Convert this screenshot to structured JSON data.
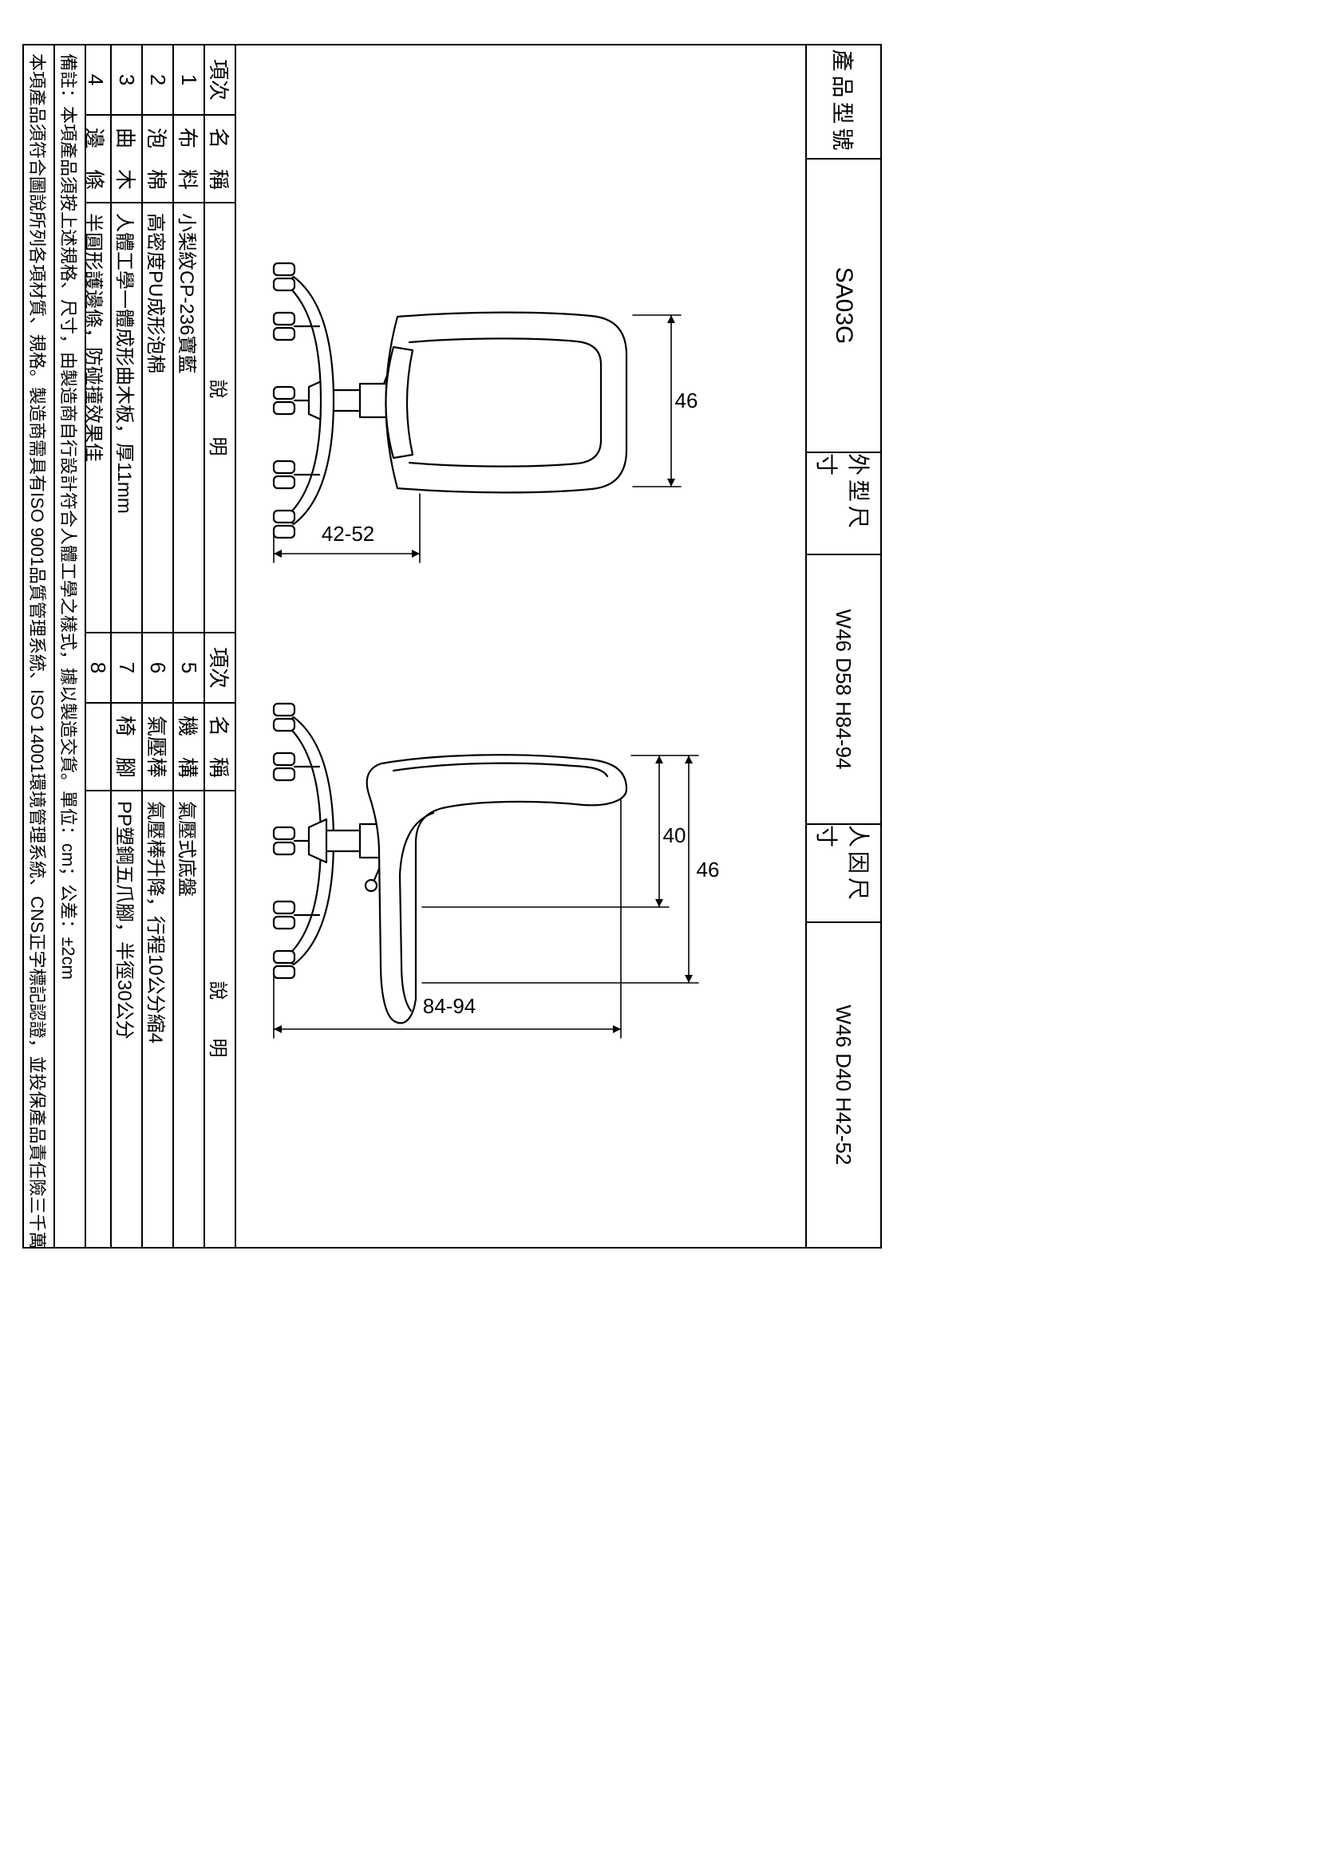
{
  "colors": {
    "line": "#000000",
    "background": "#ffffff"
  },
  "title_block": {
    "product_model_label": "產品型號",
    "product_model_value": "SA03G",
    "overall_size_label": "外型尺寸",
    "overall_size_value": "W46 D58 H84-94",
    "ergonomic_size_label": "人因尺寸",
    "ergonomic_size_value": "W46 D40 H42-52"
  },
  "tables": {
    "header": {
      "no": "項次",
      "name": "名　稱",
      "desc": "說　　明"
    },
    "table1": {
      "rows": [
        {
          "no": "1",
          "name": "布　料",
          "desc": "小梨紋CP-236寶藍"
        },
        {
          "no": "2",
          "name": "泡　棉",
          "desc": "高密度PU成形泡棉"
        },
        {
          "no": "3",
          "name": "曲　木",
          "desc": "人體工學一體成形曲木板，厚11mm"
        },
        {
          "no": "4",
          "name": "邊　條",
          "desc": "半圓形護邊條，防碰撞效果佳"
        }
      ]
    },
    "table2": {
      "rows": [
        {
          "no": "5",
          "name": "機　構",
          "desc": "氣壓式底盤"
        },
        {
          "no": "6",
          "name": "氣壓棒",
          "desc": "氣壓棒升降，行程10公分縮4"
        },
        {
          "no": "7",
          "name": "椅　腳",
          "desc": "PP塑鋼五爪腳，半徑30公分"
        },
        {
          "no": "8",
          "name": "",
          "desc": ""
        }
      ]
    }
  },
  "notes": {
    "line1": "備註：本項產品須按上述規格、尺寸，由製造商自行設計符合人體工學之樣式，據以製造交貨。單位：cm；公差：±2cm",
    "line2": "本項產品須符合圖說所列各項材質、規格。製造商需具有ISO 9001品質管理系統、ISO 14001環境管理系統、CNS正字標記認證，並投保產品責任險三千萬"
  },
  "dimensions": {
    "front_back_width": "46",
    "seat_height_range": "42-52",
    "seat_depth": "40",
    "seat_width": "46",
    "overall_height_range": "84-94"
  }
}
